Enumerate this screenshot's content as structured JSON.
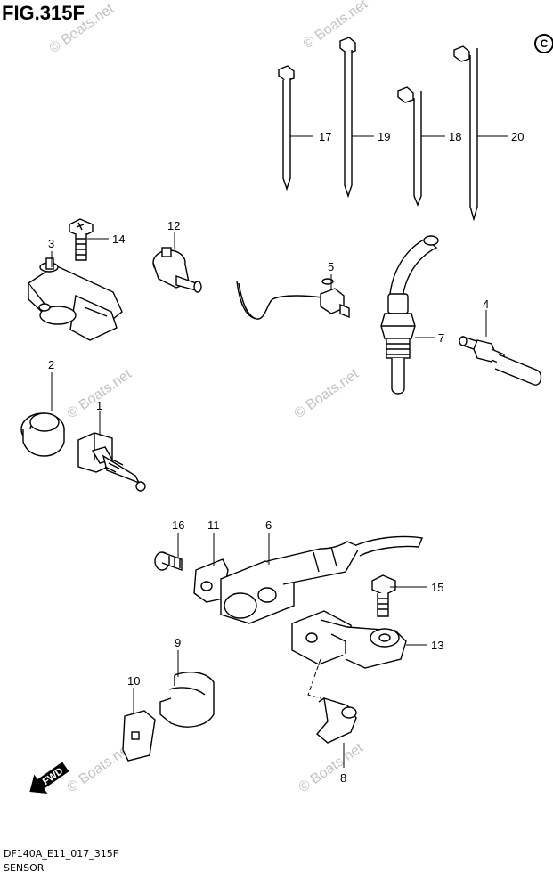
{
  "figure": {
    "title": "FIG.315F",
    "copyright_mark": "C",
    "model_code": "DF140A_E11_017_315F",
    "caption": "SENSOR",
    "direction_label": "FWD",
    "watermark": "© Boats.net"
  },
  "callouts": [
    {
      "id": "17",
      "label": "17",
      "part": "cable-tie"
    },
    {
      "id": "19",
      "label": "19",
      "part": "cable-tie"
    },
    {
      "id": "18",
      "label": "18",
      "part": "cable-tie"
    },
    {
      "id": "20",
      "label": "20",
      "part": "cable-tie"
    },
    {
      "id": "3",
      "label": "3",
      "part": "map-sensor"
    },
    {
      "id": "14",
      "label": "14",
      "part": "bolt"
    },
    {
      "id": "12",
      "label": "12",
      "part": "pressure-switch"
    },
    {
      "id": "5",
      "label": "5",
      "part": "knock-sensor"
    },
    {
      "id": "7",
      "label": "7",
      "part": "oxygen-sensor"
    },
    {
      "id": "4",
      "label": "4",
      "part": "temperature-sensor"
    },
    {
      "id": "2",
      "label": "2",
      "part": "grommet"
    },
    {
      "id": "1",
      "label": "1",
      "part": "temperature-sensor"
    },
    {
      "id": "16",
      "label": "16",
      "part": "bolt"
    },
    {
      "id": "11",
      "label": "11",
      "part": "bracket"
    },
    {
      "id": "6",
      "label": "6",
      "part": "crank-position-sensor"
    },
    {
      "id": "15",
      "label": "15",
      "part": "bolt"
    },
    {
      "id": "13",
      "label": "13",
      "part": "sensor-bracket"
    },
    {
      "id": "9",
      "label": "9",
      "part": "clamp"
    },
    {
      "id": "10",
      "label": "10",
      "part": "clip"
    },
    {
      "id": "8",
      "label": "8",
      "part": "sensor-plate"
    }
  ]
}
